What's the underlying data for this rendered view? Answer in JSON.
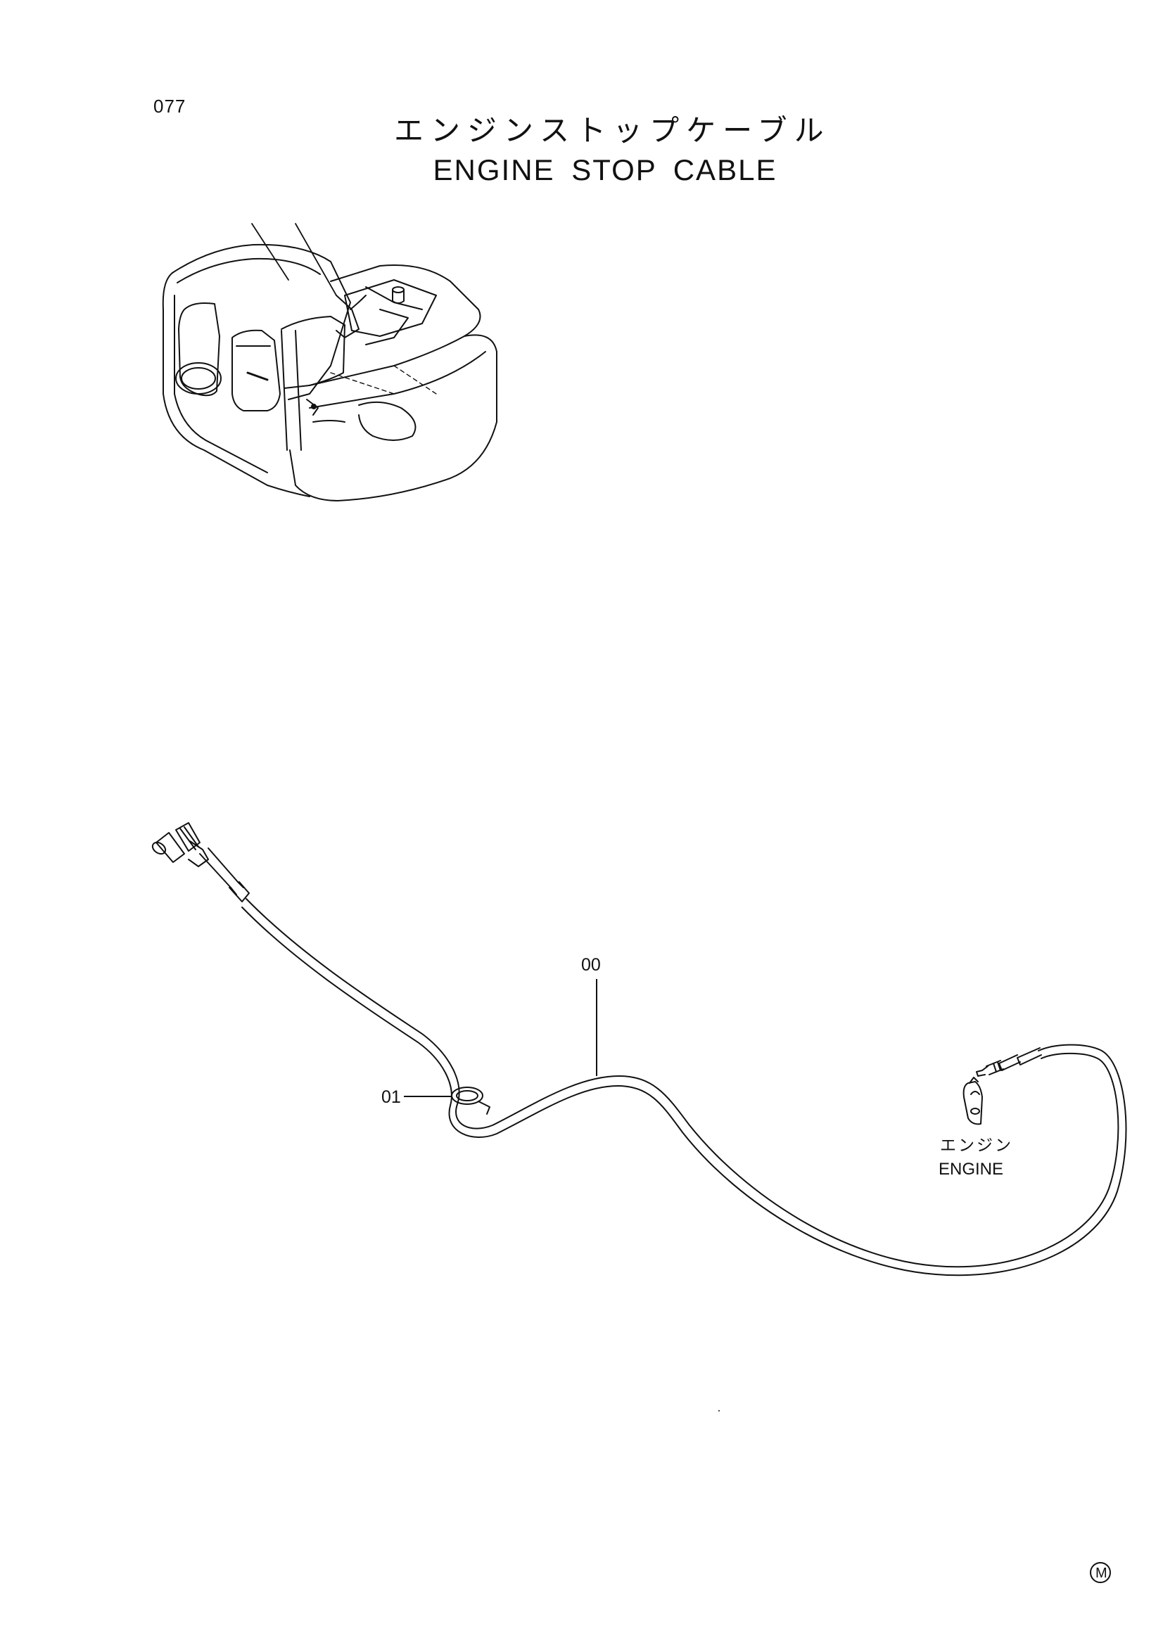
{
  "page": {
    "number": "077"
  },
  "title": {
    "japanese": "エンジンストップケーブル",
    "english": "ENGINE STOP CABLE"
  },
  "callouts": [
    {
      "id": "cable",
      "label": "00"
    },
    {
      "id": "clamp",
      "label": "01"
    }
  ],
  "engine_note": {
    "japanese": "エンジン",
    "english": "ENGINE"
  },
  "corner_mark": "M",
  "colors": {
    "line": "#111111",
    "background": "#ffffff"
  }
}
